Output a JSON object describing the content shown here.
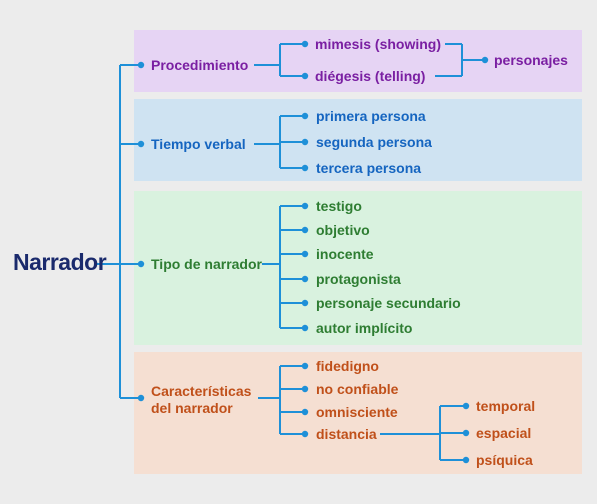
{
  "root": {
    "label": "Narrador"
  },
  "colors": {
    "line": "#1e90d8",
    "root": "#1a2a6c",
    "procedimiento": "#7a1fa2",
    "tiempo": "#1565c0",
    "tipo": "#2e7d32",
    "caracteristicas": "#c0501a",
    "panel_procedimiento": "#e6d4f4",
    "panel_tiempo": "#cfe3f2",
    "panel_tipo": "#d9f2df",
    "panel_caracteristicas": "#f5dfd2"
  },
  "procedimiento": {
    "label": "Procedimiento",
    "items": [
      "mimesis (showing)",
      "diégesis (telling)"
    ],
    "result": "personajes"
  },
  "tiempo": {
    "label": "Tiempo verbal",
    "items": [
      "primera persona",
      "segunda persona",
      "tercera persona"
    ]
  },
  "tipo": {
    "label": "Tipo de narrador",
    "items": [
      "testigo",
      "objetivo",
      "inocente",
      "protagonista",
      "personaje secundario",
      "autor implícito"
    ]
  },
  "caracteristicas": {
    "label_line1": "Características",
    "label_line2": "del narrador",
    "items": [
      "fidedigno",
      "no confiable",
      "omnisciente",
      "distancia"
    ],
    "distancia_items": [
      "temporal",
      "espacial",
      "psíquica"
    ]
  }
}
